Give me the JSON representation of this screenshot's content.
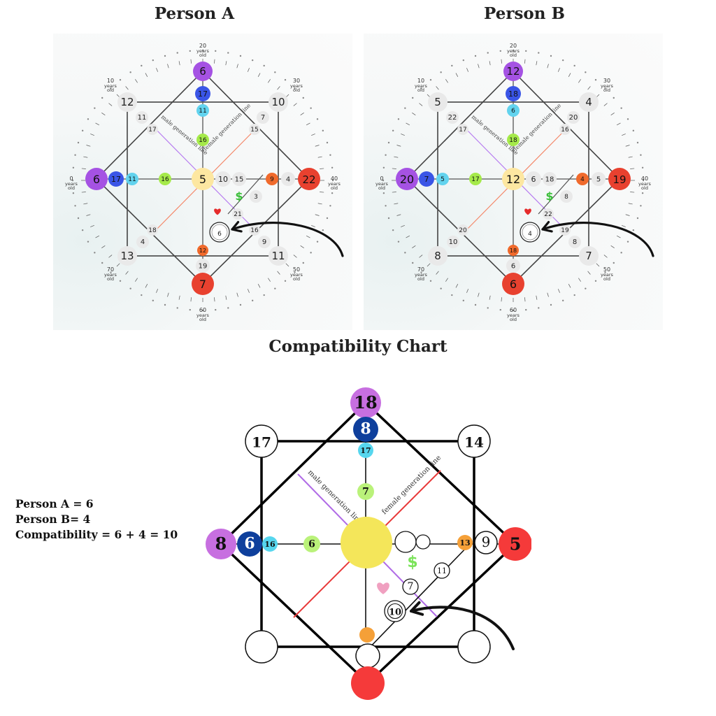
{
  "titles": {
    "person_a": "Person A",
    "person_b": "Person B",
    "compatibility": "Compatibility Chart"
  },
  "common_labels": {
    "male_line": "male generation line",
    "female_line": "female generation line",
    "dollar": "$",
    "age_label": "years",
    "age_sub": "old"
  },
  "colors": {
    "purple": "#a552e3",
    "blue": "#3a55e6",
    "cyan": "#62d3ee",
    "green": "#a5ea4a",
    "yellow": "#fde7a1",
    "orange": "#f06a2c",
    "red": "#e8412f",
    "gray": "#e9e9e9",
    "comp_purple": "#c76fe0",
    "comp_navy": "#0e3f9c",
    "comp_cyan": "#56d6ee",
    "comp_green": "#baf27a",
    "comp_yellow": "#f4e65a",
    "comp_orange": "#f5a038",
    "comp_red": "#f53a3a",
    "heart": "#f0a0c0",
    "heart_small": "#e52b2b",
    "dollar_green": "#7be35a"
  },
  "person_a": {
    "top": "6",
    "top_inner": "17",
    "top_inner2": "11",
    "top_mid": "16",
    "left": "6",
    "left_inner": "17",
    "left_inner2": "11",
    "left_mid": "16",
    "center": "5",
    "right": "22",
    "right_inner": "4",
    "right_mid": "9",
    "bottom": "7",
    "bottom_inner": "19",
    "bottom_mid": "12",
    "tl": "12",
    "tl_inner": "11",
    "tl_mid": "17",
    "tr": "10",
    "tr_inner": "7",
    "tr_mid": "15",
    "bl": "13",
    "bl_inner": "4",
    "bl_mid": "18",
    "br": "11",
    "br_inner": "9",
    "br_mid": "16",
    "center_r1": "10",
    "center_r2": "15",
    "money": "3",
    "love": "21",
    "arrow_target": "6"
  },
  "person_b": {
    "top": "12",
    "top_inner": "18",
    "top_inner2": "6",
    "top_mid": "18",
    "left": "20",
    "left_inner": "7",
    "left_inner2": "5",
    "left_mid": "17",
    "center": "12",
    "right": "19",
    "right_inner": "5",
    "right_mid": "4",
    "bottom": "6",
    "bottom_inner": "6",
    "bottom_mid": "18",
    "tl": "5",
    "tl_inner": "22",
    "tl_mid": "17",
    "tr": "4",
    "tr_inner": "20",
    "tr_mid": "16",
    "bl": "8",
    "bl_inner": "10",
    "bl_mid": "20",
    "br": "7",
    "br_inner": "8",
    "br_mid": "19",
    "center_r1": "6",
    "center_r2": "18",
    "money": "8",
    "love": "22",
    "arrow_target": "4"
  },
  "age_labels": [
    "0",
    "10",
    "20",
    "30",
    "40",
    "50",
    "60",
    "70"
  ],
  "compatibility_chart": {
    "top": "18",
    "top_inner": "8",
    "top_inner2": "17",
    "top_mid": "7",
    "left": "8",
    "left_inner": "6",
    "left_inner2": "16",
    "left_mid": "6",
    "right": "5",
    "right_inner": "9",
    "right_mid": "13",
    "tl": "17",
    "tr": "14",
    "money": "11",
    "love": "7",
    "arrow_target": "10"
  },
  "stats": {
    "line1": "Person A = 6",
    "line2": "Person B= 4",
    "line3": "Compatibility = 6 + 4 = 10"
  }
}
